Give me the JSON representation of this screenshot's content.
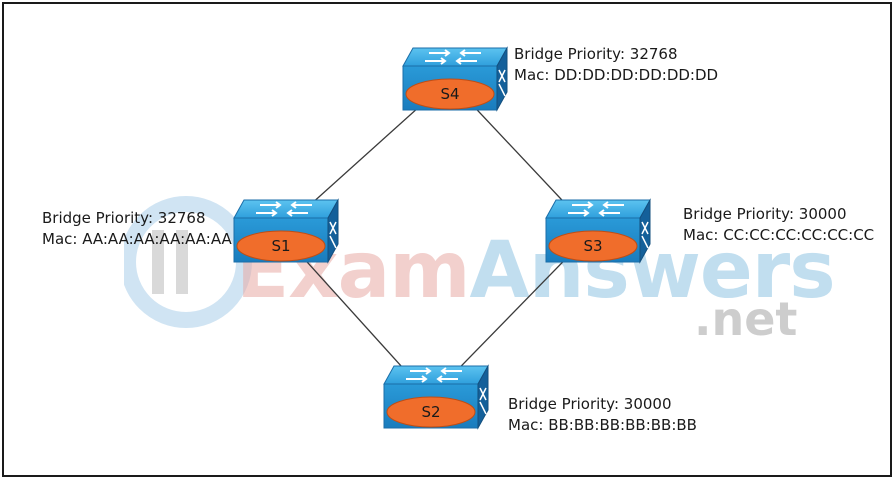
{
  "watermark": {
    "word_part1": "Exam",
    "word_part2": "Answers",
    "tld": ".net"
  },
  "switches": [
    {
      "name": "S1",
      "bridge_priority": "Bridge Priority: 32768",
      "mac": "Mac: AA:AA:AA:AA:AA:AA"
    },
    {
      "name": "S2",
      "bridge_priority": "Bridge Priority: 30000",
      "mac": "Mac: BB:BB:BB:BB:BB:BB"
    },
    {
      "name": "S3",
      "bridge_priority": "Bridge Priority: 30000",
      "mac": "Mac: CC:CC:CC:CC:CC:CC"
    },
    {
      "name": "S4",
      "bridge_priority": "Bridge Priority: 32768",
      "mac": "Mac: DD:DD:DD:DD:DD:DD"
    }
  ],
  "links": [
    {
      "from": "S1",
      "to": "S4"
    },
    {
      "from": "S1",
      "to": "S2"
    },
    {
      "from": "S2",
      "to": "S3"
    },
    {
      "from": "S3",
      "to": "S4"
    }
  ],
  "colors": {
    "switch_face": "#1f8fd0",
    "switch_top": "#3aaee6",
    "switch_side": "#14609a",
    "label_oval": "#f06d2b",
    "link": "#3a3a3a"
  }
}
